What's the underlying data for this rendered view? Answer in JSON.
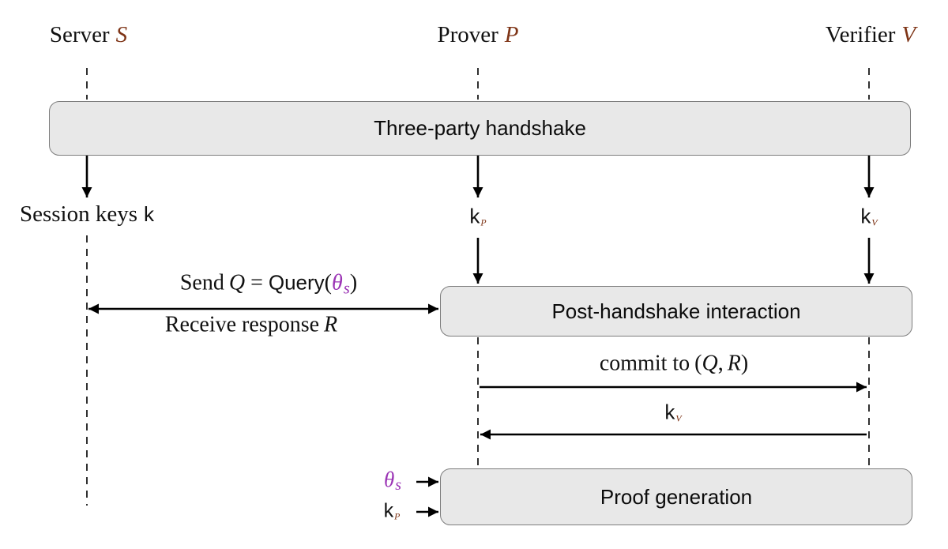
{
  "colors": {
    "maroon": "#7e3416",
    "purple": "#9b34b5",
    "box-fill": "#e8e8e8",
    "box-border": "#7d7d7d"
  },
  "participants": [
    {
      "name": "Server",
      "symbol": "S"
    },
    {
      "name": "Prover",
      "symbol": "P"
    },
    {
      "name": "Verifier",
      "symbol": "V"
    }
  ],
  "boxes": {
    "handshake": "Three-party handshake",
    "post_handshake": "Post-handshake interaction",
    "proof_generation": "Proof generation"
  },
  "labels": {
    "session_keys": {
      "text": "Session keys",
      "k": "k"
    },
    "k_prover": {
      "k": "k",
      "sub": "P"
    },
    "k_verifier": {
      "k": "k",
      "sub": "V"
    },
    "send_query": {
      "send": "Send",
      "q": "Q",
      "equals": "=",
      "fn": "Query",
      "open": "(",
      "theta": "θ",
      "theta_sub": "s",
      "close": ")"
    },
    "receive_response": {
      "text": "Receive response",
      "r": "R"
    },
    "commit": {
      "text": "commit to",
      "open": "(",
      "q": "Q",
      "comma": ",",
      "r": "R",
      "close": ")"
    },
    "kv_message": {
      "k": "k",
      "sub": "V"
    },
    "theta_input": {
      "sym": "θ",
      "sub": "s"
    },
    "key_input": {
      "k": "k",
      "sub": "P"
    }
  }
}
